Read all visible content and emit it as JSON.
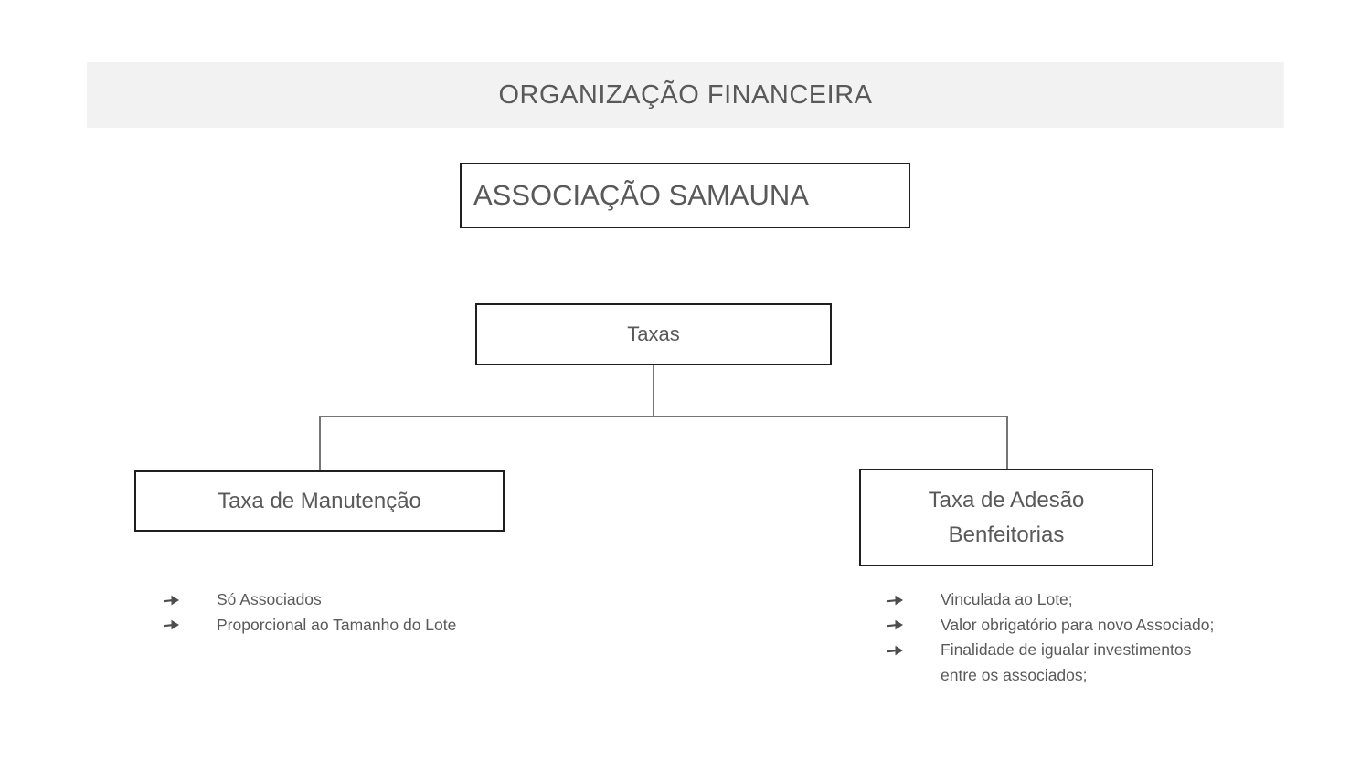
{
  "colors": {
    "page_bg": "#ffffff",
    "banner_bg": "#f2f2f2",
    "text": "#595959",
    "box_border": "#1f1f1f",
    "connector": "#757575"
  },
  "banner": {
    "title": "ORGANIZAÇÃO FINANCEIRA"
  },
  "org_chart": {
    "root": {
      "label": "ASSOCIAÇÃO SAMAUNA"
    },
    "parent": {
      "label": "Taxas"
    },
    "children": [
      {
        "label": "Taxa de Manutenção"
      },
      {
        "label_line1": "Taxa de Adesão",
        "label_line2": "Benfeitorias"
      }
    ]
  },
  "lists": {
    "left": {
      "bullet_icon": "arrow-right",
      "bullet_glyph": "➔",
      "items": [
        "Só Associados",
        "Proporcional ao Tamanho do Lote"
      ]
    },
    "right": {
      "bullet_icon": "arrow-right",
      "bullet_glyph": "➔",
      "items": [
        "Vinculada ao Lote;",
        "Valor obrigatório para novo Associado;",
        "Finalidade de igualar investimentos\nentre os associados;"
      ]
    }
  }
}
